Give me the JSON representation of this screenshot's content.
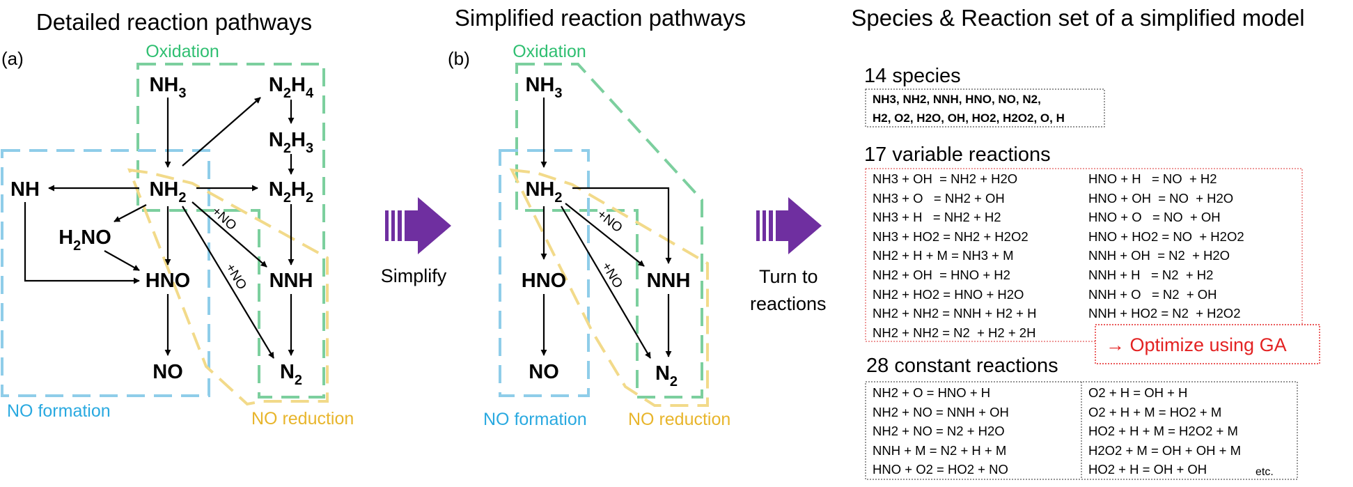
{
  "titles": {
    "detailed": "Detailed reaction pathways",
    "simplified": "Simplified reaction pathways",
    "model": "Species & Reaction set of a simplified model"
  },
  "panels": {
    "a": "(a)",
    "b": "(b)"
  },
  "regions": {
    "oxidation": "Oxidation",
    "no_formation": "NO formation",
    "no_reduction": "NO reduction"
  },
  "species": {
    "NH3": {
      "base": "NH",
      "sub": "3"
    },
    "N2H4": {
      "base": "N",
      "sub1": "2",
      "mid": "H",
      "sub2": "4"
    },
    "N2H3": {
      "base": "N",
      "sub1": "2",
      "mid": "H",
      "sub2": "3"
    },
    "N2H2": {
      "base": "N",
      "sub1": "2",
      "mid": "H",
      "sub2": "2"
    },
    "NH": "NH",
    "NH2": {
      "base": "NH",
      "sub": "2"
    },
    "H2NO": {
      "base": "H",
      "sub": "2",
      "rest": "NO"
    },
    "HNO": "HNO",
    "NNH": "NNH",
    "NO": "NO",
    "N2": {
      "base": "N",
      "sub": "2"
    }
  },
  "edge_labels": {
    "plus_no": "+NO"
  },
  "arrows": {
    "simplify": "Simplify",
    "turn_to_1": "Turn to",
    "turn_to_2": "reactions"
  },
  "colors": {
    "green": "#7ccf9e",
    "blue": "#8fcde9",
    "yellow": "#f2da8a",
    "purple": "#6f2fa0",
    "red": "#e32222"
  },
  "model": {
    "species_heading": "14 species",
    "species_lines": [
      "NH3, NH2, NNH, HNO, NO, N2,",
      "H2, O2, H2O, OH, HO2, H2O2, O, H"
    ],
    "variable_heading": "17 variable reactions",
    "variable_left": [
      "NH3 + OH  = NH2 + H2O",
      "NH3 + O   = NH2 + OH",
      "NH3 + H   = NH2 + H2",
      "NH3 + HO2 = NH2 + H2O2",
      "NH2 + H + M = NH3 + M",
      "NH2 + OH  = HNO + H2",
      "NH2 + HO2 = HNO + H2O",
      "NH2 + NH2 = NNH + H2 + H",
      "NH2 + NH2 = N2  + H2 + 2H"
    ],
    "variable_right": [
      "HNO + H   = NO  + H2",
      "HNO + OH  = NO  + H2O",
      "HNO + O   = NO  + OH",
      "HNO + HO2 = NO  + H2O2",
      "NNH + OH  = N2  + H2O",
      "NNH + H   = N2  + H2",
      "NNH + O   = N2  + OH",
      "NNH + HO2 = N2  + H2O2"
    ],
    "optimize": "→ Optimize using GA",
    "constant_heading": "28 constant reactions",
    "constant_left": [
      "NH2 + O = HNO + H",
      "NH2 + NO = NNH + OH",
      "NH2 + NO = N2 + H2O",
      "NNH + M = N2 + H + M",
      "HNO + O2 = HO2 + NO"
    ],
    "constant_right": [
      "O2 + H = OH + H",
      "O2 + H + M = HO2 + M",
      "HO2 + H + M = H2O2 + M",
      "H2O2 + M = OH + OH + M",
      "HO2 + H = OH + OH"
    ],
    "etc": "etc."
  }
}
